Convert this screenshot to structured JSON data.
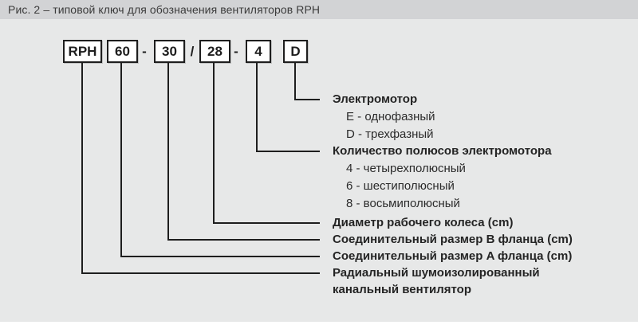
{
  "figure_caption": "Рис. 2 – типовой ключ для обозначения вентиляторов RPH",
  "model_code": {
    "family": "RPH",
    "flange_a_size": "60",
    "sep1": "-",
    "flange_b_size": "30",
    "sep2": "/",
    "wheel_diameter": "28",
    "sep3": "-",
    "poles": "4",
    "motor": "D"
  },
  "legend": {
    "motor": {
      "title": "Электромотор",
      "items": [
        "E - однофазный",
        "D - трехфазный"
      ]
    },
    "poles": {
      "title": "Количество полюсов электромотора",
      "items": [
        "4 - четырехполюсный",
        "6 - шестиполюсный",
        "8 - восьмиполюсный"
      ]
    },
    "wheel_diameter": "Диаметр рабочего колеса (cm)",
    "flange_b": "Соединительный размер B фланца (cm)",
    "flange_a": "Соединительный размер A фланца (cm)",
    "fan_type_line1": "Радиальный шумоизолированный",
    "fan_type_line2": "канальный вентилятор"
  },
  "colors": {
    "caption_bar_bg": "#d2d3d5",
    "panel_bg": "#e7e8e8",
    "line": "#1e1e1e",
    "text": "#242424"
  }
}
